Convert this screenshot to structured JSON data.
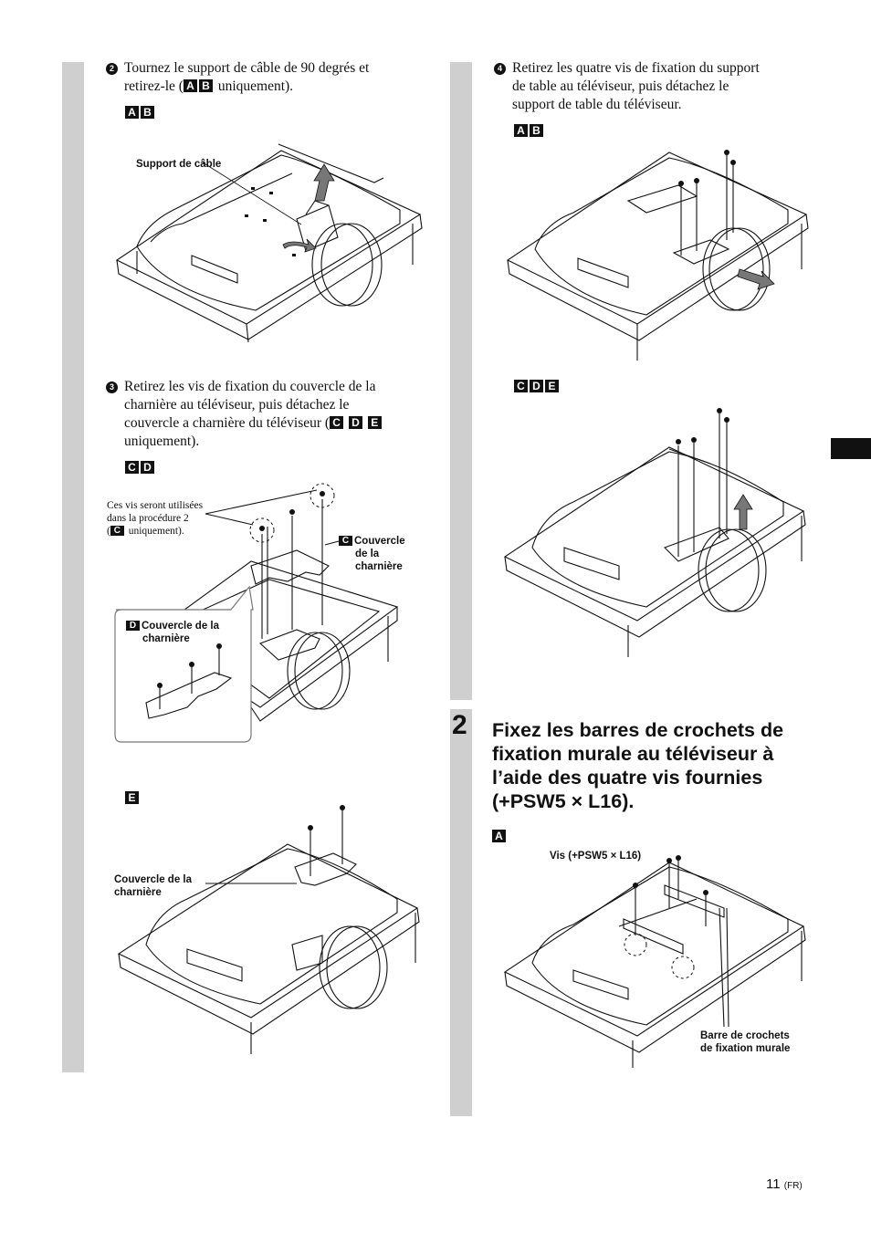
{
  "left": {
    "step2": {
      "num": "2",
      "line1": "Tournez le support de câble de 90 degrés et",
      "line2_pre": "retirez-le (",
      "line2_post": " uniquement).",
      "text_badges": [
        "A",
        "B"
      ],
      "fig_tags": [
        "A",
        "B"
      ],
      "callout": "Support de câble"
    },
    "step3": {
      "num": "3",
      "line1": "Retirez les vis de fixation du couvercle de la",
      "line2": "charnière au téléviseur, puis détachez le",
      "line3_pre": "couvercle a charnière du téléviseur (",
      "line3_post": "",
      "text_badges": [
        "C",
        "D",
        "E"
      ],
      "line4": "uniquement).",
      "fig_tags": [
        "C",
        "D"
      ],
      "note_line1": "Ces vis seront utilisées",
      "note_line2": "dans la procédure 2",
      "note_line3_pre": "(",
      "note_badge": "C",
      "note_line3_post": " uniquement).",
      "callout_c_badge": "C",
      "callout_c": [
        "Couvercle",
        "de la",
        "charnière"
      ],
      "inset_badge": "D",
      "inset_label": [
        "Couvercle de la",
        "charnière"
      ]
    },
    "fig_e": {
      "tag": "E",
      "callout": [
        "Couvercle de la",
        "charnière"
      ]
    }
  },
  "right": {
    "step4": {
      "num": "4",
      "line1": "Retirez les quatre vis de fixation du support",
      "line2": "de table au téléviseur, puis détachez le",
      "line3": "support de table du téléviseur.",
      "fig1_tags": [
        "A",
        "B"
      ],
      "fig2_tags": [
        "C",
        "D",
        "E"
      ]
    },
    "main_step": {
      "number": "2",
      "heading": [
        "Fixez les barres de crochets de",
        "fixation murale au téléviseur à",
        "l’aide des quatre vis fournies",
        "(+PSW5 × L16)."
      ],
      "fig_tag": "A",
      "screw_label": "Vis (+PSW5 × L16)",
      "bracket_label": [
        "Barre de crochets",
        "de fixation murale"
      ]
    }
  },
  "footer": {
    "page": "11",
    "lang": "(FR)"
  }
}
